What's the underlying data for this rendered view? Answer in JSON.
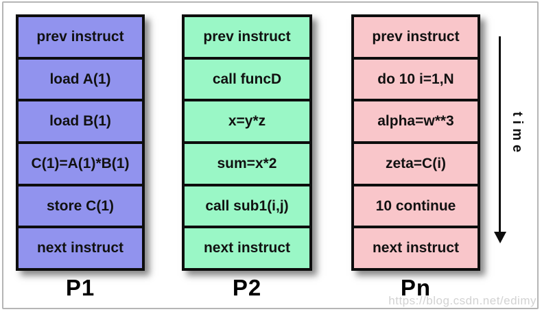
{
  "processors": [
    {
      "label": "P1",
      "color": "#9193ee",
      "instructions": [
        "prev instruct",
        "load A(1)",
        "load B(1)",
        "C(1)=A(1)*B(1)",
        "store C(1)",
        "next instruct"
      ]
    },
    {
      "label": "P2",
      "color": "#9af7c6",
      "instructions": [
        "prev instruct",
        "call funcD",
        "x=y*z",
        "sum=x*2",
        "call sub1(i,j)",
        "next instruct"
      ]
    },
    {
      "label": "Pn",
      "color": "#f9c6ca",
      "instructions": [
        "prev instruct",
        "do 10 i=1,N",
        "alpha=w**3",
        "zeta=C(i)",
        "10 continue",
        "next instruct"
      ]
    }
  ],
  "time_axis": {
    "label": "time",
    "direction": "down"
  },
  "watermark": "https://blog.csdn.net/edimy",
  "colors": {
    "cell_border": "#0d0d0d",
    "frame_border": "#b5b5b5",
    "text": "#111111"
  }
}
